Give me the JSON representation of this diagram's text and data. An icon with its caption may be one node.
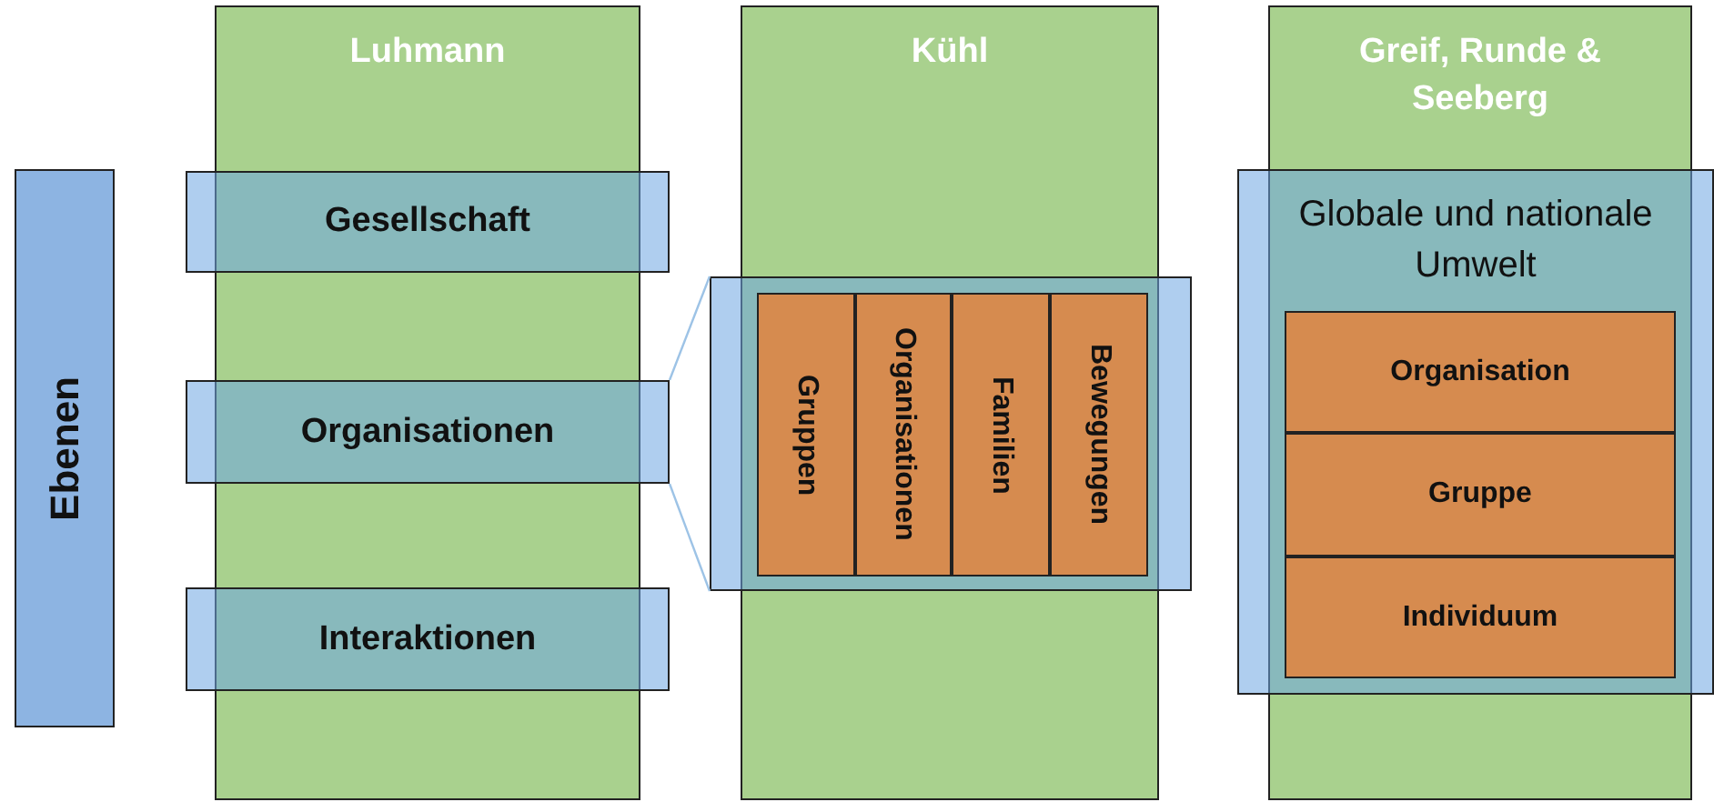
{
  "diagram": {
    "nodes": [
      {
        "text": [
          "Ebenen"
        ]
      },
      {
        "text": [
          "Luhmann"
        ]
      },
      {
        "text": [
          "Gesellschaft"
        ]
      },
      {
        "text": [
          "Organisationen"
        ]
      },
      {
        "text": [
          "Interaktionen"
        ]
      },
      {
        "text": [
          "Kühl"
        ]
      },
      {
        "text": [],
        "shape": "box"
      },
      {
        "text": [
          "Gruppen"
        ],
        "in": 6
      },
      {
        "text": [
          "Organisationen"
        ],
        "in": 6
      },
      {
        "text": [
          "Familien"
        ],
        "in": 6
      },
      {
        "text": [
          "Bewegungen"
        ],
        "in": 6
      },
      {
        "text": [
          "Greif, Runde & Seeberg"
        ]
      },
      {
        "text": [
          "Globale und nationale Umwelt"
        ]
      },
      {
        "text": [
          "Organisation"
        ],
        "in": 12
      },
      {
        "text": [
          "Gruppe"
        ],
        "in": 12
      },
      {
        "text": [
          "Individuum"
        ],
        "in": 12
      }
    ],
    "edges": [
      {
        "from": 3,
        "to": 6,
        "arrow": "none"
      },
      {
        "from": 3,
        "to": 6,
        "arrow": "none"
      }
    ]
  }
}
